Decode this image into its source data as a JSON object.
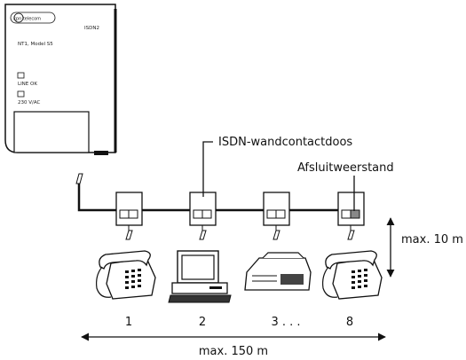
{
  "nt1": {
    "brand": "kpn telecom",
    "label_isdn": "ISDN2",
    "model": "NT1, Model S5",
    "led1": "LINE OK",
    "led2": "230 V/AC"
  },
  "labels": {
    "wall_socket": "ISDN-wandcontactdoos",
    "terminator": "Afsluitweerstand"
  },
  "devices": [
    {
      "icon": "telephone-icon",
      "number": "1"
    },
    {
      "icon": "computer-icon",
      "number": "2"
    },
    {
      "icon": "fax-icon",
      "number": "3 . . ."
    },
    {
      "icon": "telephone-icon",
      "number": "8"
    }
  ],
  "dimensions": {
    "vertical": "max. 10 m",
    "horizontal": "max. 150 m"
  }
}
